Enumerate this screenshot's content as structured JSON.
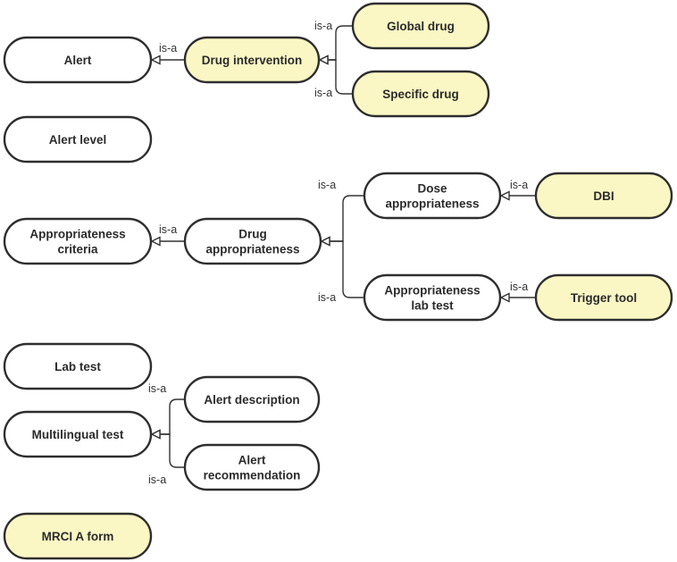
{
  "colors": {
    "plain_fill": "#ffffff",
    "highlight_fill": "#fbf7c4",
    "stroke": "#2e2e2e"
  },
  "nodes": {
    "alert": {
      "lines": [
        "Alert"
      ],
      "highlight": false
    },
    "drug_intervention": {
      "lines": [
        "Drug intervention"
      ],
      "highlight": true
    },
    "global_drug": {
      "lines": [
        "Global drug"
      ],
      "highlight": true
    },
    "specific_drug": {
      "lines": [
        "Specific drug"
      ],
      "highlight": true
    },
    "alert_level": {
      "lines": [
        "Alert level"
      ],
      "highlight": false
    },
    "appropriateness_criteria": {
      "lines": [
        "Appropriateness",
        "criteria"
      ],
      "highlight": false
    },
    "drug_appropriateness": {
      "lines": [
        "Drug",
        "appropriateness"
      ],
      "highlight": false
    },
    "dose_appropriateness": {
      "lines": [
        "Dose",
        "appropriateness"
      ],
      "highlight": false
    },
    "dbi": {
      "lines": [
        "DBI"
      ],
      "highlight": true
    },
    "appropriateness_lab_test": {
      "lines": [
        "Appropriateness",
        "lab test"
      ],
      "highlight": false
    },
    "trigger_tool": {
      "lines": [
        "Trigger tool"
      ],
      "highlight": true
    },
    "lab_test": {
      "lines": [
        "Lab test"
      ],
      "highlight": false
    },
    "multilingual_test": {
      "lines": [
        "Multilingual test"
      ],
      "highlight": false
    },
    "alert_description": {
      "lines": [
        "Alert description"
      ],
      "highlight": false
    },
    "alert_recommendation": {
      "lines": [
        "Alert",
        "recommendation"
      ],
      "highlight": false
    },
    "mrci_a_form": {
      "lines": [
        "MRCI A form"
      ],
      "highlight": true
    }
  },
  "edges": [
    {
      "from": "drug_intervention",
      "to": "alert",
      "label": "is-a"
    },
    {
      "from": "global_drug",
      "to": "drug_intervention",
      "label": "is-a"
    },
    {
      "from": "specific_drug",
      "to": "drug_intervention",
      "label": "is-a"
    },
    {
      "from": "drug_appropriateness",
      "to": "appropriateness_criteria",
      "label": "is-a"
    },
    {
      "from": "dose_appropriateness",
      "to": "drug_appropriateness",
      "label": "is-a"
    },
    {
      "from": "appropriateness_lab_test",
      "to": "drug_appropriateness",
      "label": "is-a"
    },
    {
      "from": "dbi",
      "to": "dose_appropriateness",
      "label": "is-a"
    },
    {
      "from": "trigger_tool",
      "to": "appropriateness_lab_test",
      "label": "is-a"
    },
    {
      "from": "alert_description",
      "to": "multilingual_test",
      "label": "is-a"
    },
    {
      "from": "alert_recommendation",
      "to": "multilingual_test",
      "label": "is-a"
    }
  ]
}
